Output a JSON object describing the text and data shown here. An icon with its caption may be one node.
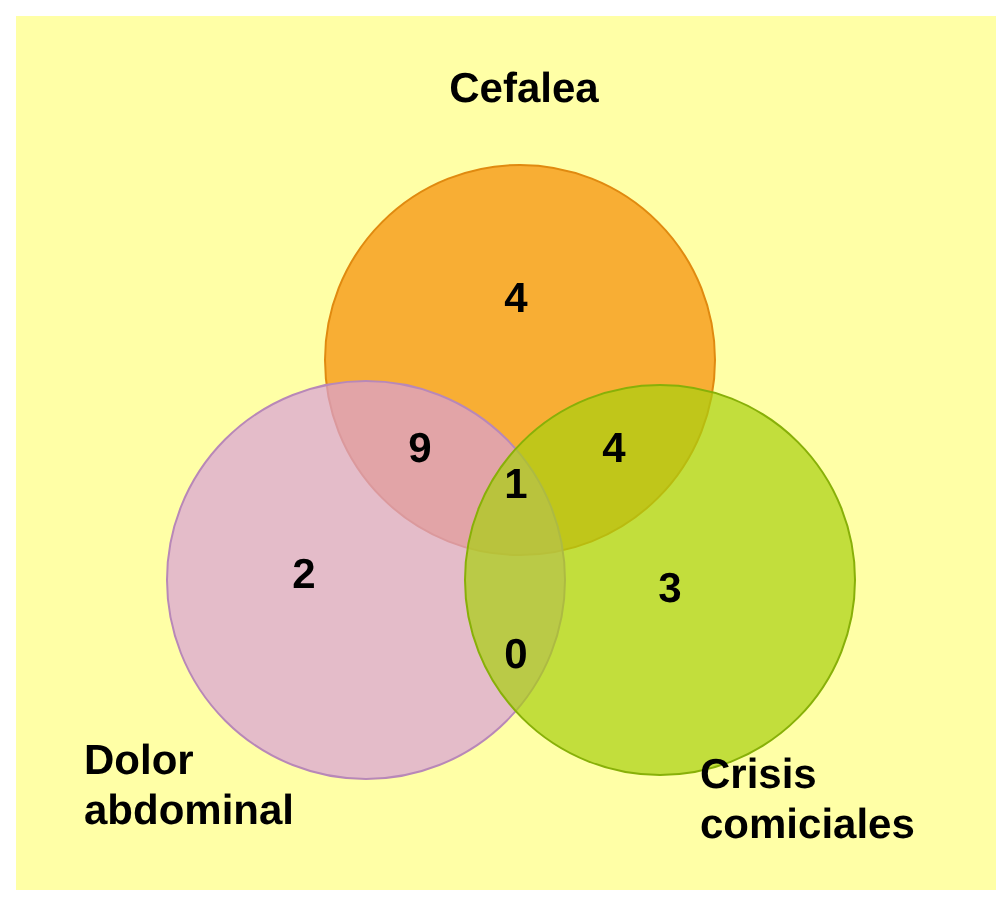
{
  "diagram": {
    "nodes": [
      {
        "text": [
          "Cefalea"
        ]
      },
      {
        "text": [
          "Dolor abdominal"
        ]
      },
      {
        "text": [
          "Crisis comiciales"
        ]
      }
    ],
    "labels": [
      "4",
      "9",
      "1",
      "4",
      "2",
      "0",
      "3"
    ]
  }
}
